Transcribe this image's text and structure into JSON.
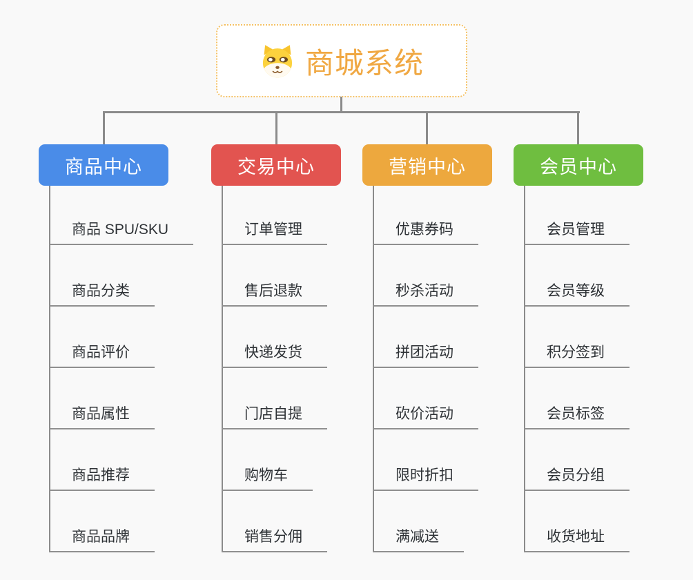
{
  "root": {
    "label": "商城系统",
    "icon": "shiba-dog-icon"
  },
  "colors": {
    "background": "#F9F9F9",
    "root_text": "#F0A843",
    "root_border": "#F5C266",
    "connector": "#8B8B8B",
    "item_underline": "#8F8F8F",
    "item_text": "#2E3236",
    "branch_text": "#FFFFFF"
  },
  "branches": [
    {
      "label": "商品中心",
      "color": "#4A8CE8",
      "items": [
        "商品 SPU/SKU",
        "商品分类",
        "商品评价",
        "商品属性",
        "商品推荐",
        "商品品牌"
      ]
    },
    {
      "label": "交易中心",
      "color": "#E25450",
      "items": [
        "订单管理",
        "售后退款",
        "快递发货",
        "门店自提",
        "购物车",
        "销售分佣"
      ]
    },
    {
      "label": "营销中心",
      "color": "#EDA83E",
      "items": [
        "优惠券码",
        "秒杀活动",
        "拼团活动",
        "砍价活动",
        "限时折扣",
        "满减送"
      ]
    },
    {
      "label": "会员中心",
      "color": "#6FBE40",
      "items": [
        "会员管理",
        "会员等级",
        "积分签到",
        "会员标签",
        "会员分组",
        "收货地址"
      ]
    }
  ]
}
